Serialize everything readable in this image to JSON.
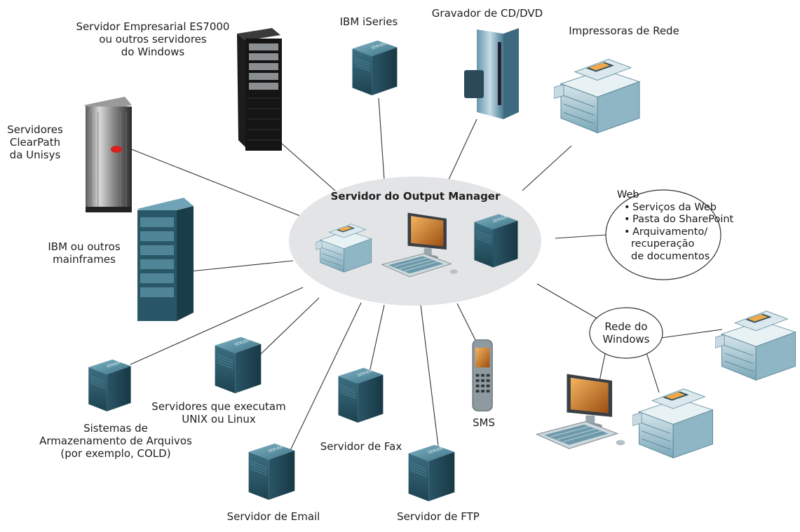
{
  "hub": {
    "title": "Servidor do Output Manager"
  },
  "nodes": {
    "es7000": {
      "lines": [
        "Servidor Empresarial ES7000",
        "ou outros servidores",
        "do Windows"
      ]
    },
    "iseries": {
      "label": "IBM iSeries"
    },
    "cddvd": {
      "label": "Gravador de CD/DVD"
    },
    "printers": {
      "label": "Impressoras de Rede"
    },
    "clearpath": {
      "lines": [
        "Servidores",
        "ClearPath",
        "da Unisys"
      ]
    },
    "mainframe": {
      "lines": [
        "IBM ou outros",
        "mainframes"
      ]
    },
    "web": {
      "title": "Web",
      "items": [
        "Serviços da Web",
        "Pasta do SharePoint",
        "Arquivamento/"
      ],
      "cont": [
        "recuperação",
        "de documentos"
      ]
    },
    "windows_net": {
      "lines": [
        "Rede do",
        "Windows"
      ]
    },
    "storage": {
      "lines": [
        "Sistemas de",
        "Armazenamento de Arquivos",
        "(por exemplo, COLD)"
      ]
    },
    "unix": {
      "lines": [
        "Servidores que executam",
        "UNIX ou Linux"
      ]
    },
    "fax": {
      "label": "Servidor de Fax"
    },
    "sms": {
      "label": "SMS"
    },
    "email": {
      "label": "Servidor de Email"
    },
    "ftp": {
      "label": "Servidor de FTP"
    }
  },
  "icons": {
    "server_badge": "SERVER"
  },
  "colors": {
    "hub_fill": "#e3e4e6",
    "server": "#2e5f72",
    "line": "#333333"
  }
}
